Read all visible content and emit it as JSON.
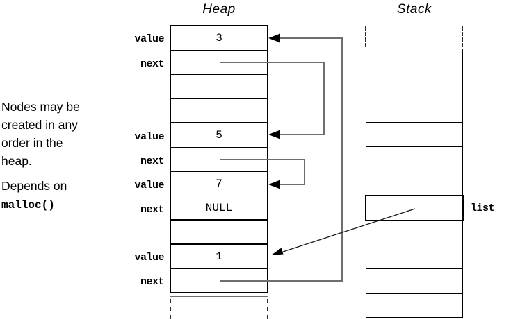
{
  "titles": {
    "heap": "Heap",
    "stack": "Stack"
  },
  "annotation": {
    "line1": "Nodes may be",
    "line2": "created in any",
    "line3": "order in the",
    "line4": "heap.",
    "line5": "Depends on",
    "code": "malloc()"
  },
  "heap": {
    "rows": [
      {
        "label": "value",
        "value": "3"
      },
      {
        "label": "next",
        "value": ""
      },
      {
        "label": "",
        "value": ""
      },
      {
        "label": "",
        "value": ""
      },
      {
        "label": "value",
        "value": "5"
      },
      {
        "label": "next",
        "value": ""
      },
      {
        "label": "value",
        "value": "7"
      },
      {
        "label": "next",
        "value": "NULL"
      },
      {
        "label": "",
        "value": ""
      },
      {
        "label": "value",
        "value": "1"
      },
      {
        "label": "next",
        "value": ""
      }
    ]
  },
  "stack": {
    "pointer_label": "list"
  },
  "colors": {
    "line": "#000000",
    "connector": "#6e6e6e",
    "background": "#ffffff"
  }
}
